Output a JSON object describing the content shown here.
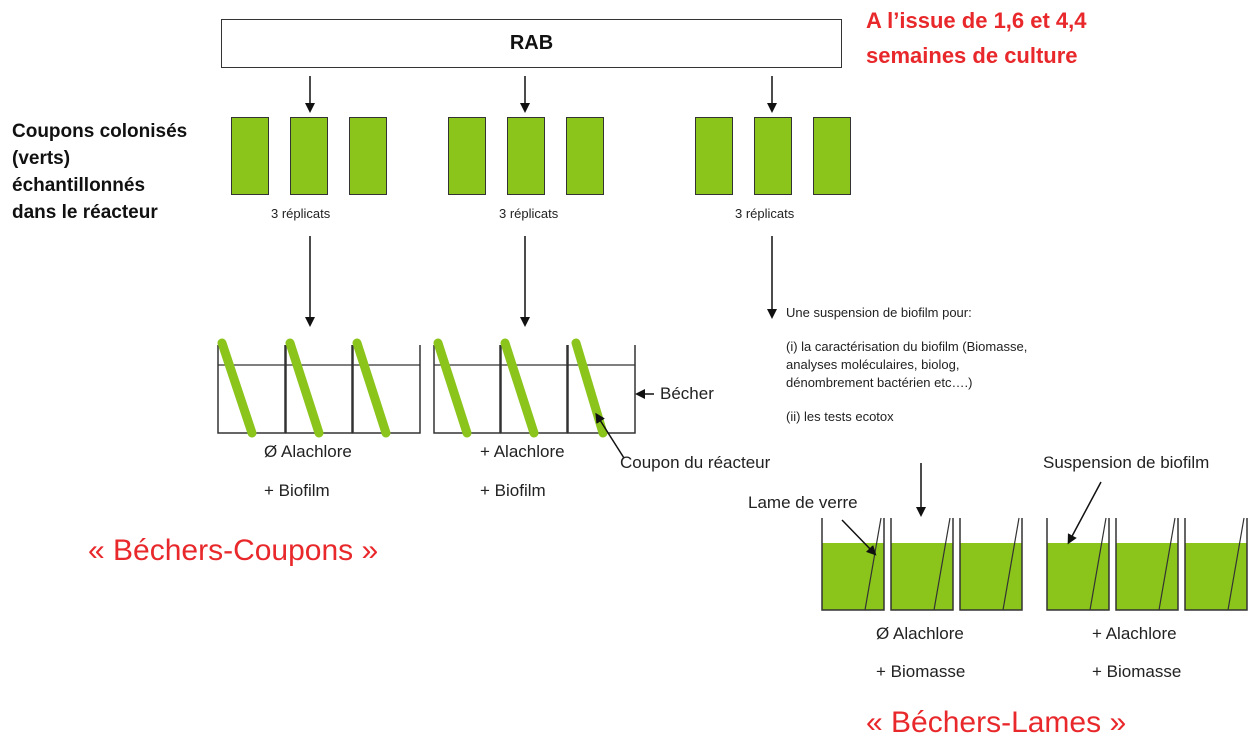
{
  "header": {
    "rab_label": "RAB",
    "timing_line1": "A l’issue de 1,6 et 4,4",
    "timing_line2": "semaines de culture"
  },
  "left_label": {
    "line1": "Coupons colonisés",
    "line2": "(verts)",
    "line3": "échantillonnés",
    "line4": "dans le réacteur"
  },
  "replicates": [
    "3 réplicats",
    "3 réplicats",
    "3 réplicats"
  ],
  "beakers_coupons": {
    "becher_label": "Bécher",
    "coupon_label": "Coupon du réacteur",
    "group1_line1": "Ø Alachlore",
    "group1_line2": "+  Biofilm",
    "group2_line1": "+ Alachlore",
    "group2_line2": "+ Biofilm",
    "title": "« Béchers-Coupons »"
  },
  "suspension_notes": {
    "line1": "Une suspension de biofilm pour:",
    "line2": "(i) la caractérisation du biofilm (Biomasse,",
    "line3": "analyses moléculaires, biolog,",
    "line4": "dénombrement bactérien etc….)",
    "line5": "(ii) les tests ecotox"
  },
  "beakers_lames": {
    "lame_label": "Lame de  verre",
    "suspension_label": "Suspension de biofilm",
    "group1_line1": "Ø Alachlore",
    "group1_line2": "+  Biomasse",
    "group2_line1": "+ Alachlore",
    "group2_line2": "+ Biomasse",
    "title": "« Béchers-Lames »"
  },
  "colors": {
    "green": "#8bc51b",
    "red": "#e8282b"
  }
}
